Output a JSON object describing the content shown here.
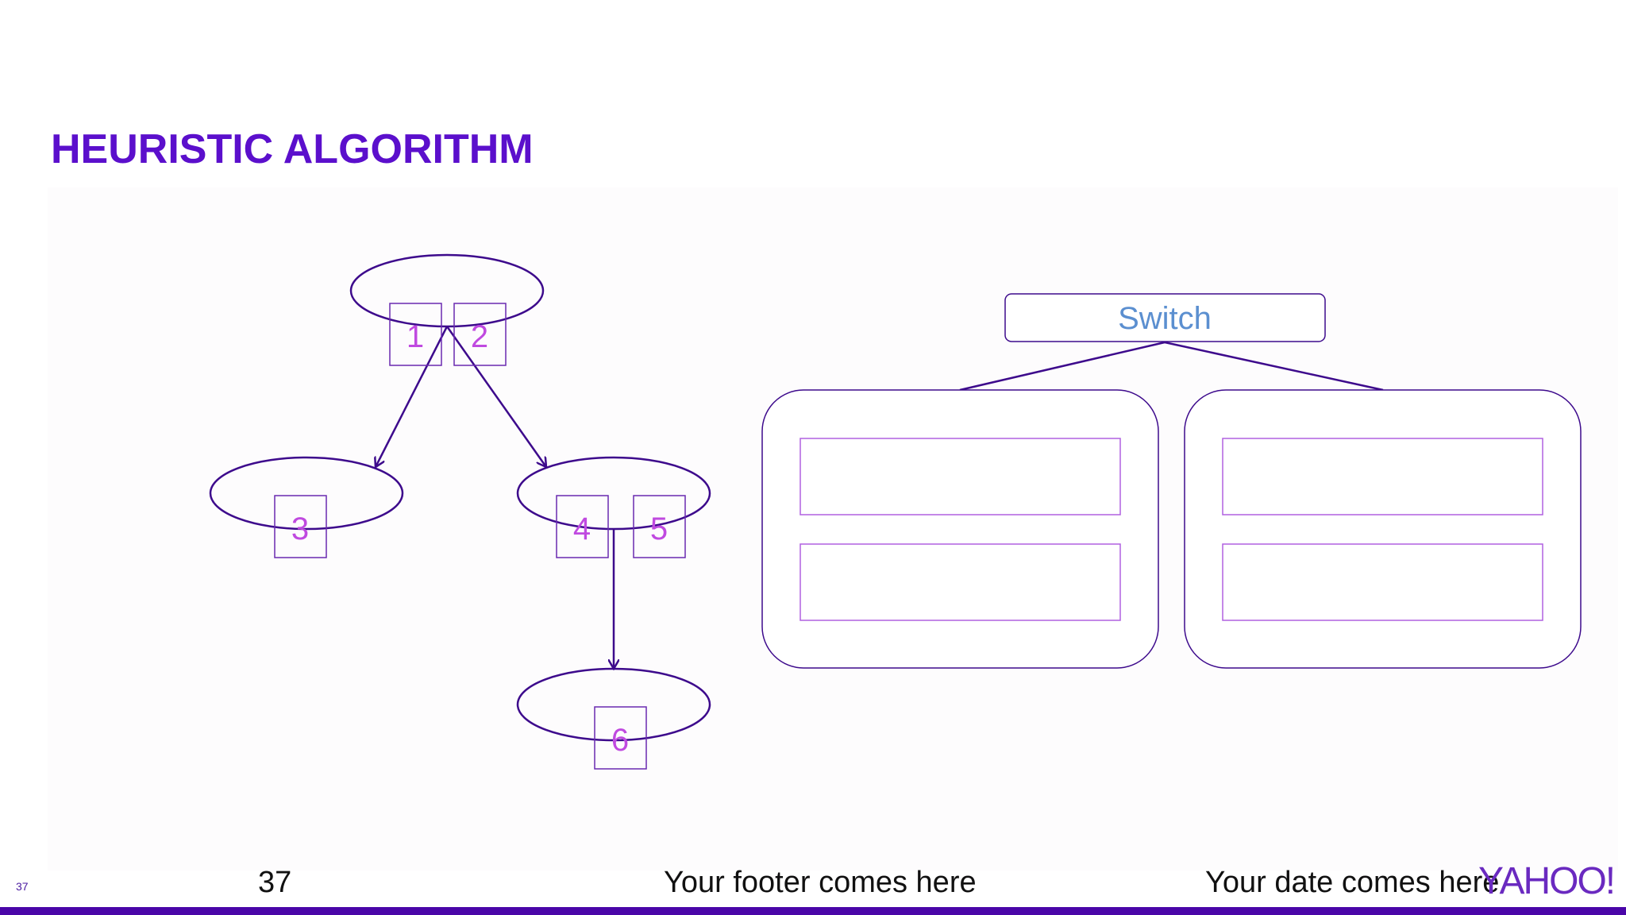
{
  "slide": {
    "title": "HEURISTIC ALGORITHM",
    "slide_number_small": "37"
  },
  "tree": {
    "node_labels": [
      "1",
      "2",
      "3",
      "4",
      "5",
      "6"
    ]
  },
  "switch": {
    "label": "Switch"
  },
  "footer": {
    "page_number": "37",
    "footer_text": "Your footer comes here",
    "date_text": "Your date comes here",
    "logo": "YAHOO!"
  },
  "colors": {
    "title": "#5b0fcc",
    "stroke": "#3d0a8c",
    "label": "#c04ae0",
    "switch_text": "#5b8fd0",
    "inner_box": "#b060e0",
    "bottom_bar": "#4a06a8"
  }
}
